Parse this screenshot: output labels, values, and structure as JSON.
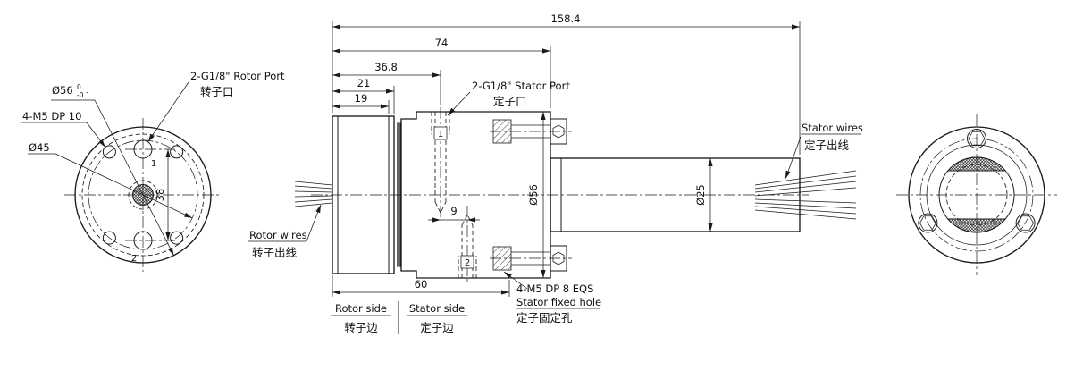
{
  "colors": {
    "ink": "#1a1a1a",
    "background": "#ffffff"
  },
  "drawing": {
    "left_view": {
      "dia_outer": "Ø56",
      "tol_upper": "0",
      "tol_lower": "-0.1",
      "mount_note": "4-M5 DP 10",
      "bolt_circle": "Ø45",
      "spacing": "38",
      "port1": "1",
      "port2": "2",
      "rotor_port_en": "2-G1/8\" Rotor Port",
      "rotor_port_zh": "转子口"
    },
    "front_view": {
      "dim_overall": "158.4",
      "dim_74": "74",
      "dim_368": "36.8",
      "dim_21": "21",
      "dim_19": "19",
      "dim_9": "9",
      "dim_60": "60",
      "dia_flange": "Ø56",
      "dia_shaft": "Ø25",
      "port1": "1",
      "port2": "2",
      "stator_port_en": "2-G1/8\" Stator Port",
      "stator_port_zh": "定子口",
      "rotor_wires_en": "Rotor wires",
      "rotor_wires_zh": "转子出线",
      "stator_wires_en": "Stator wires",
      "stator_wires_zh": "定子出线",
      "fixed_hole_line1": "4-M5 DP 8 EQS",
      "fixed_hole_line2": "Stator fixed hole",
      "fixed_hole_zh": "定子固定孔",
      "rotor_side_en": "Rotor side",
      "rotor_side_zh": "转子边",
      "stator_side_en": "Stator side",
      "stator_side_zh": "定子边"
    }
  }
}
